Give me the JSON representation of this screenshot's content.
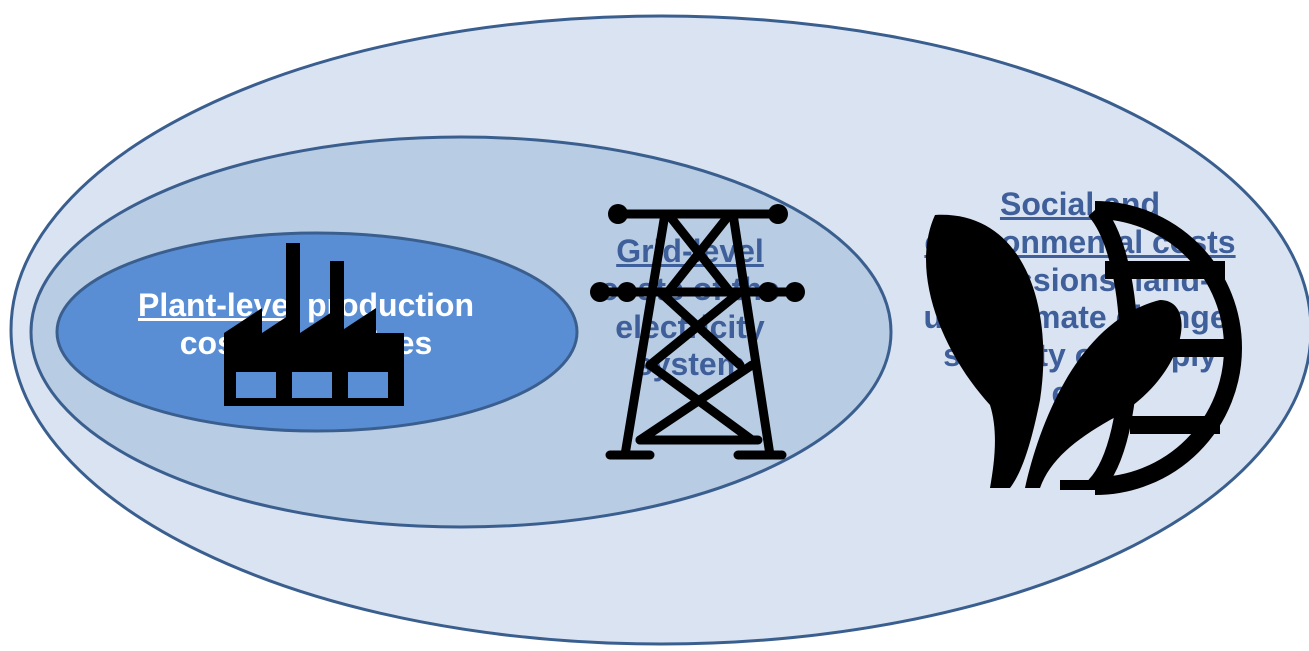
{
  "colors": {
    "outer_fill": "#dae3f1",
    "middle_fill": "#b8cce4",
    "inner_fill": "#5a8ed4",
    "stroke": "#3a5f8f",
    "icon": "#000000"
  },
  "icons": [
    "factory-icon",
    "transmission-tower-icon",
    "globe-leaf-icon"
  ],
  "plant": {
    "title": "Plant-level",
    "line1_rest": " production",
    "line2": "costs and prices"
  },
  "grid": {
    "title": "Grid-level",
    "line2": "costs of the",
    "line3": "electricity",
    "line4": "system"
  },
  "social": {
    "title": "Social and",
    "line2": "environmental costs",
    "line3": "(emissions, land-",
    "line4": "use, climate change,",
    "line5": "security of supply",
    "line6": "etc)"
  }
}
